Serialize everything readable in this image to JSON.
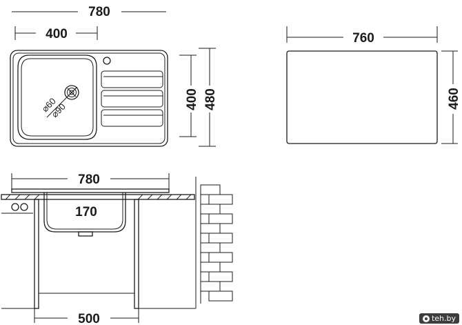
{
  "top_left": {
    "overall_width": "780",
    "bowl_width": "400",
    "bowl_depth": "400",
    "overall_depth": "480",
    "drain_small": "⌀60",
    "drain_large": "⌀90"
  },
  "top_right": {
    "cutout_width": "760",
    "cutout_depth": "460"
  },
  "section": {
    "overall_width": "780",
    "bowl_height": "170",
    "cabinet_width": "500"
  },
  "watermark": "teh.by"
}
